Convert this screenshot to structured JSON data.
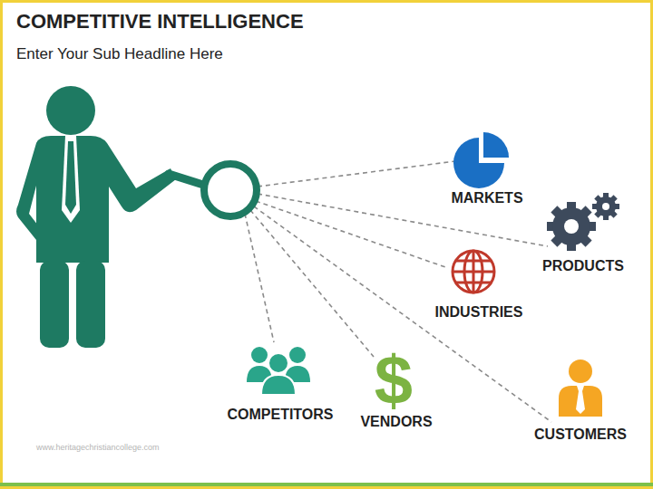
{
  "diagram": {
    "title": "COMPETITIVE INTELLIGENCE",
    "nodes": [
      {
        "text": [
          "MARKETS"
        ]
      },
      {
        "text": [
          "PRODUCTS"
        ]
      },
      {
        "text": [
          "INDUSTRIES"
        ]
      },
      {
        "text": [
          "COMPETITORS"
        ]
      },
      {
        "text": [
          "VENDORS"
        ]
      },
      {
        "text": [
          "CUSTOMERS"
        ]
      }
    ],
    "labels": [
      "Enter Your Sub Headline Here",
      "www.heritagechristiancollege.com"
    ]
  }
}
